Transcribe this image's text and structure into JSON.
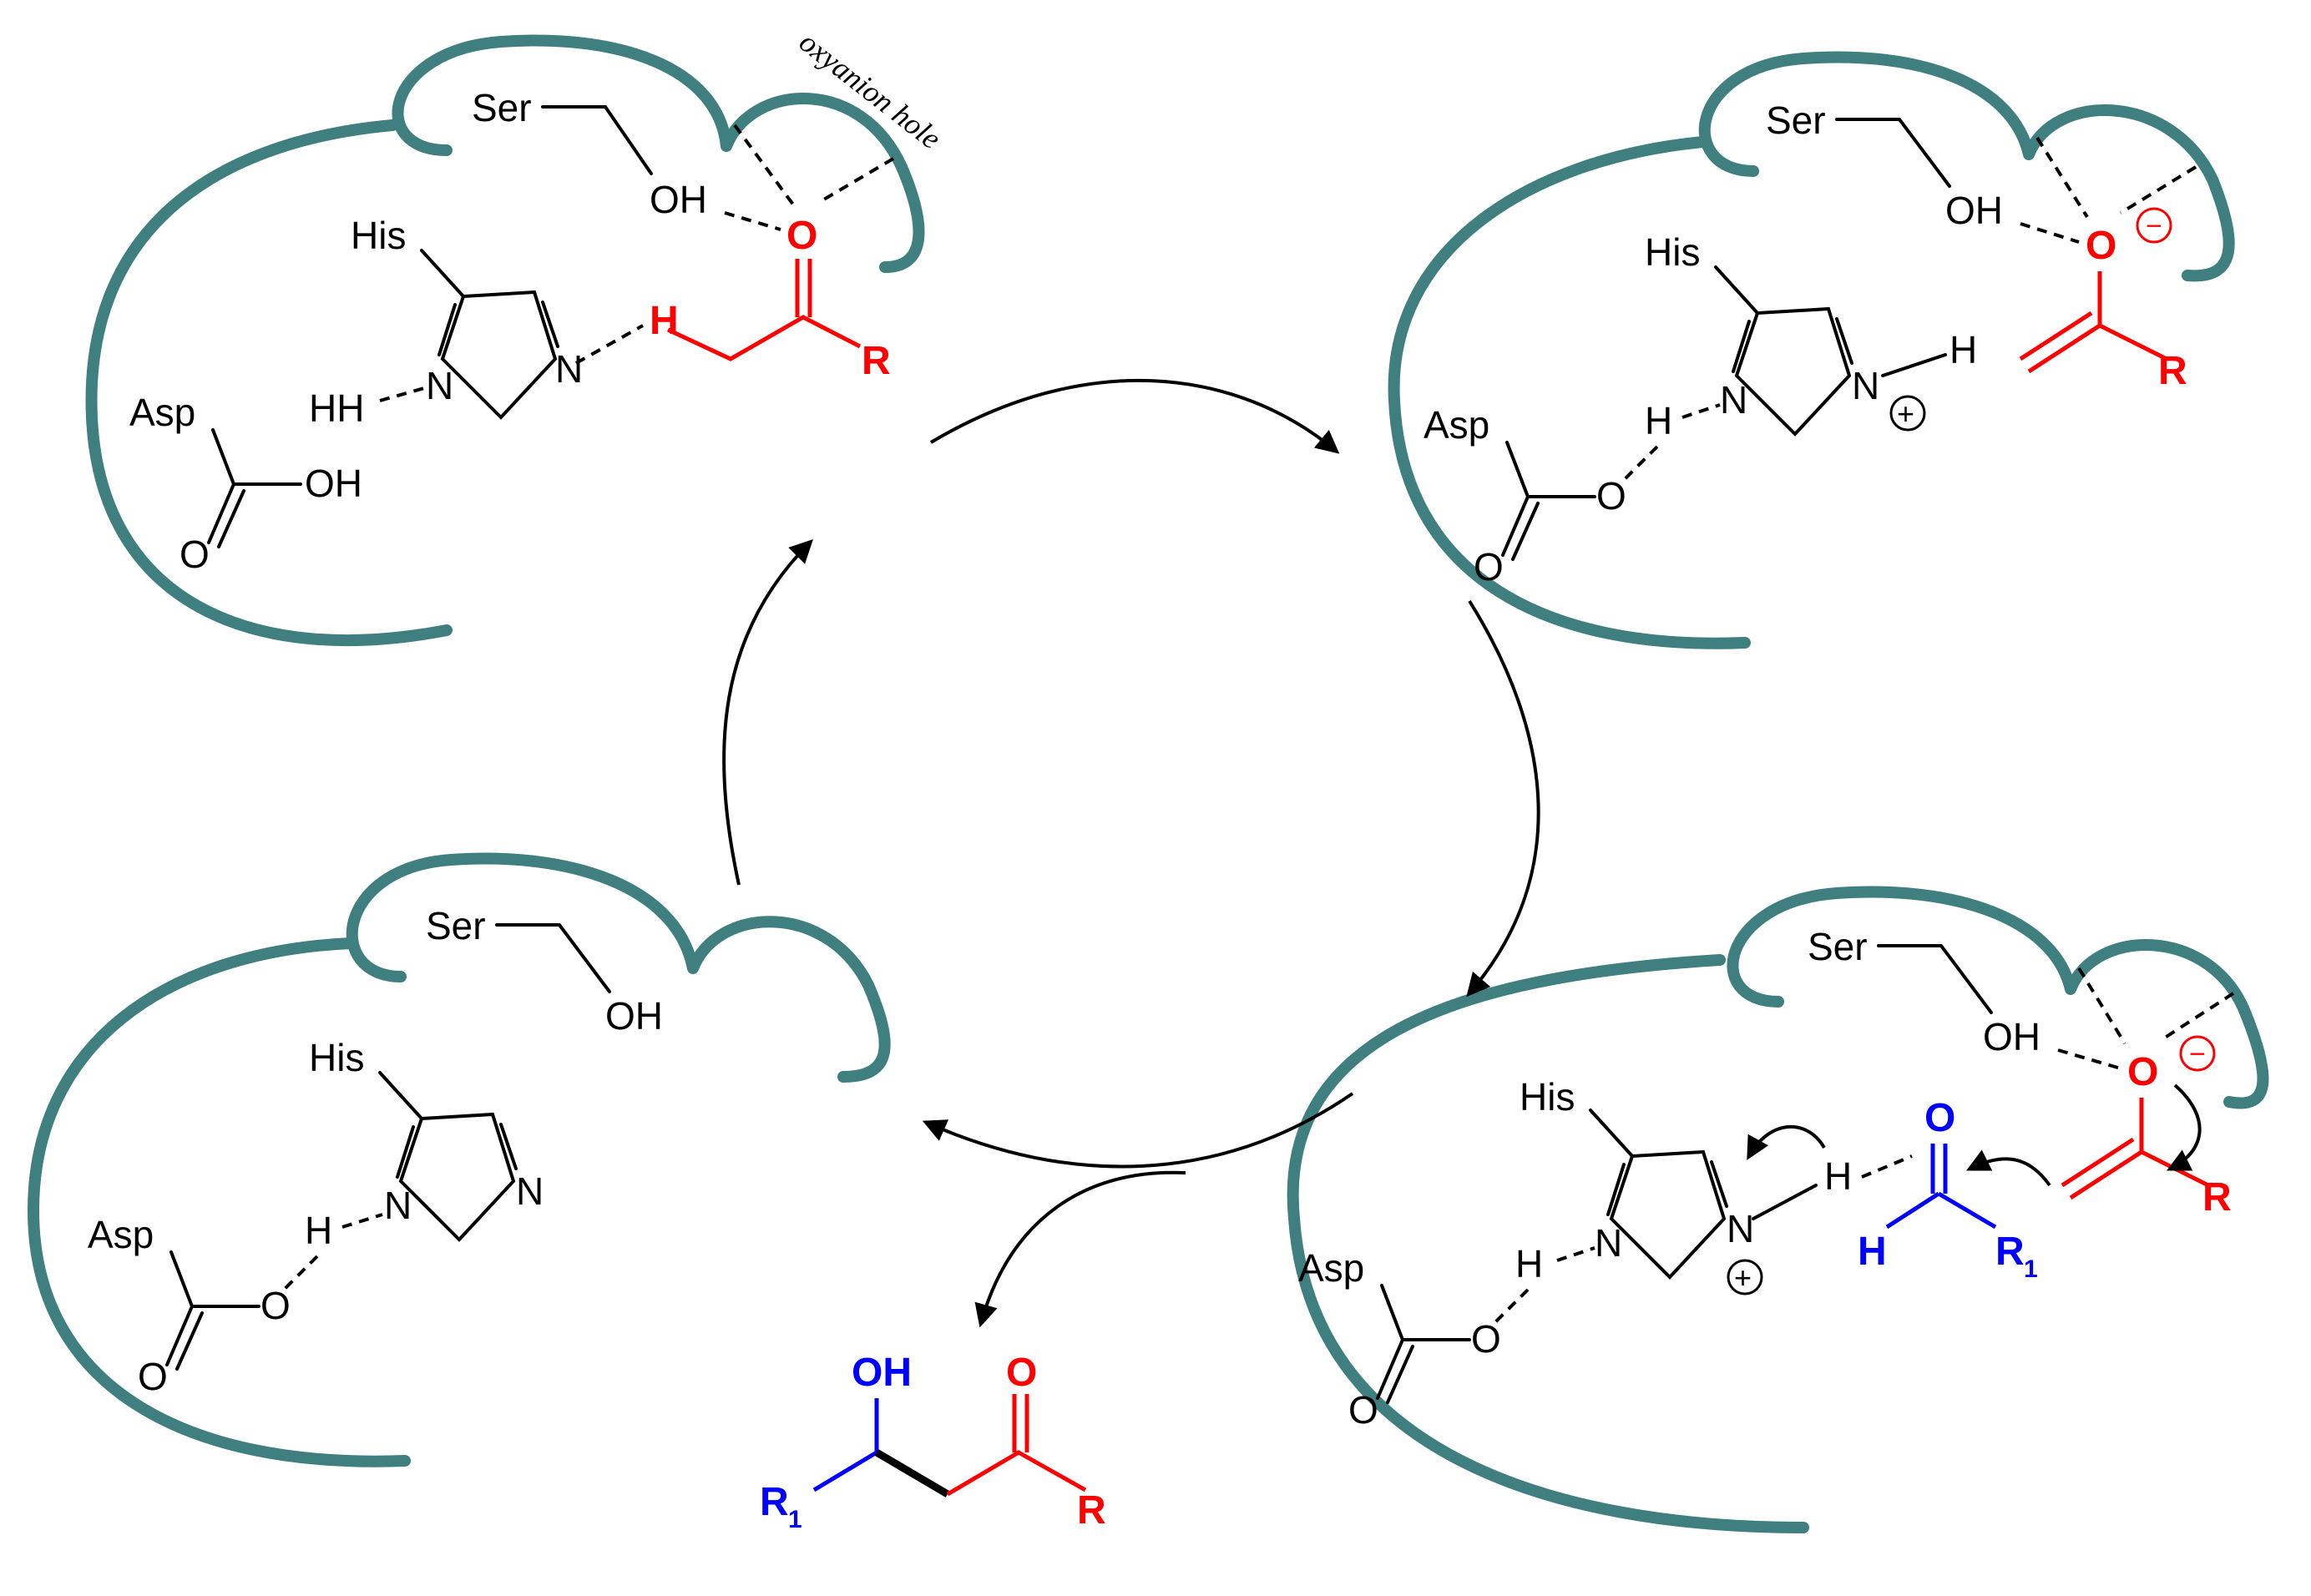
{
  "colors": {
    "pocket": "#3f7f7f",
    "substrate": "#ff0000",
    "aldehyde": "#0000ff",
    "residue": "#000000"
  },
  "labels": {
    "ser": "Ser",
    "his": "His",
    "asp": "Asp",
    "oh": "OH",
    "hh": "HH",
    "o": "O",
    "n": "N",
    "h": "H",
    "r": "R",
    "r1": "R",
    "r1_sub": "1",
    "oxyanion_hole": "oxyanion hole",
    "plus_charge": "+",
    "minus_charge": "−"
  },
  "stages": [
    {
      "id": "substrate-bound",
      "position": "top-left"
    },
    {
      "id": "enolate-intermediate",
      "position": "top-right"
    },
    {
      "id": "aldehyde-attack",
      "position": "bottom-right"
    },
    {
      "id": "free-enzyme",
      "position": "bottom-left"
    }
  ],
  "product": {
    "description_shown": false
  }
}
